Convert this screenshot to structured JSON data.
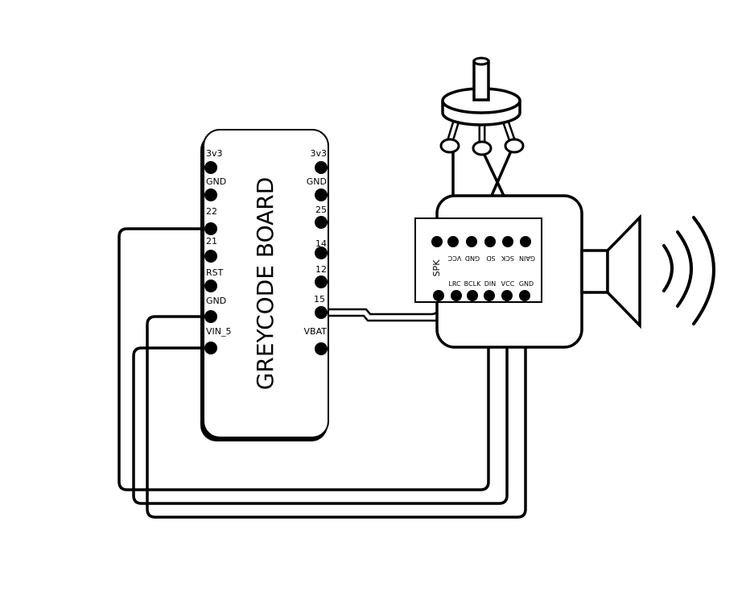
{
  "board": {
    "title": "GREYCODE BOARD",
    "left_pins": [
      "3v3",
      "GND",
      "22",
      "21",
      "RST",
      "GND",
      "VIN_5"
    ],
    "right_pins": [
      "3v3",
      "GND",
      "25",
      "14",
      "12",
      "15",
      "VBAT"
    ]
  },
  "amp": {
    "spk_label": "SPK",
    "top_pins": [
      "VCC",
      "GND",
      "SD",
      "SCK",
      "GAIN"
    ],
    "bottom_pins": [
      "LRC",
      "BCLK",
      "DIN",
      "VCC",
      "GND"
    ]
  },
  "colors": {
    "ink": "#000000",
    "paper": "#ffffff"
  }
}
